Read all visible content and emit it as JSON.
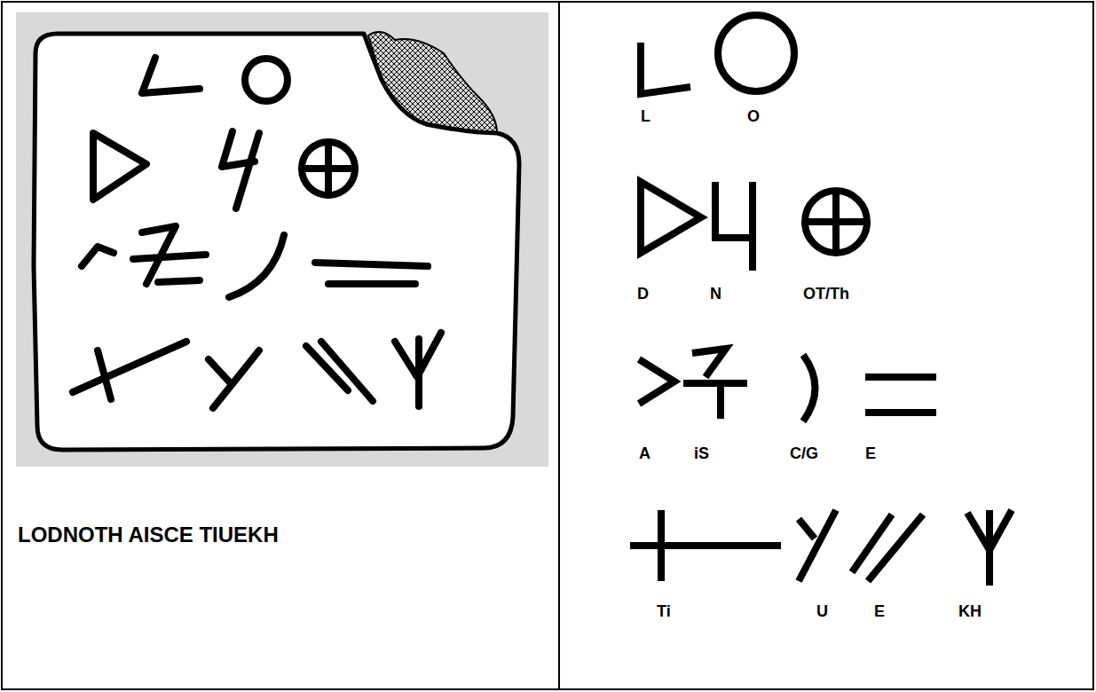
{
  "diagram": {
    "labels": [
      "LODNOTH AISCE TIUEKH",
      "L",
      "O",
      "D",
      "N",
      "OT/Th",
      "A",
      "iS",
      "C/G",
      "E",
      "Ti",
      "U",
      "E",
      "KH"
    ]
  }
}
